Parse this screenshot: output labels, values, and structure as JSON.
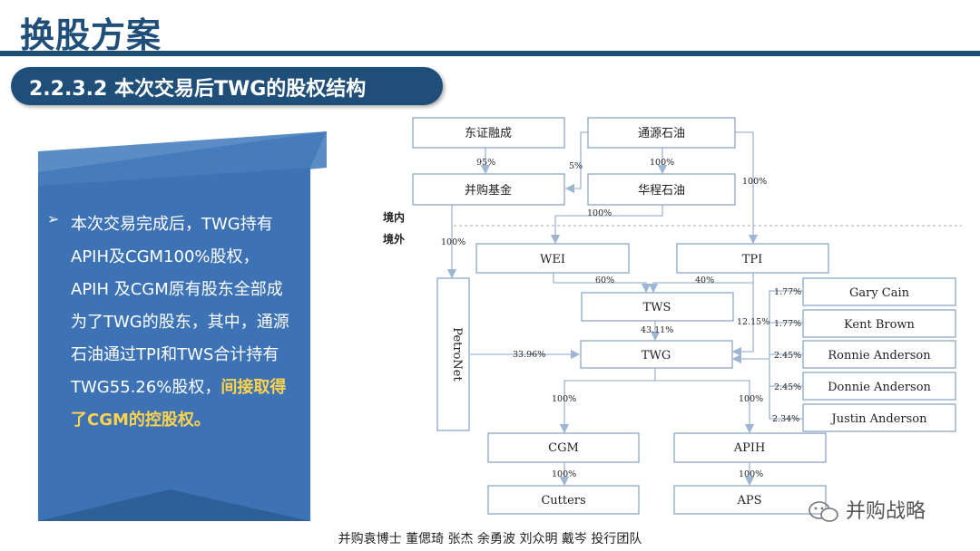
{
  "header": {
    "title": "换股方案",
    "section": "2.2.3.2 本次交易后TWG的股权结构"
  },
  "summary": {
    "bullet": "➢",
    "text_main": "本次交易完成后，TWG持有APIH及CGM100%股权，APIH 及CGM原有股东全部成为了TWG的股东，其中，通源石油通过TPI和TWS合计持有TWG55.26%股权，",
    "text_highlight": "间接取得了CGM的控股权。"
  },
  "diagram": {
    "zones": {
      "domestic": "境内",
      "overseas": "境外"
    },
    "nodes": {
      "dzrc": "东证融成",
      "tysy": "通源石油",
      "bgjj": "并购基金",
      "hcsy": "华程石油",
      "wei": "WEI",
      "tpi": "TPI",
      "tws": "TWS",
      "twg": "TWG",
      "petronet": "PetroNet",
      "cgm": "CGM",
      "apih": "APIH",
      "cutters": "Cutters",
      "aps": "APS",
      "gary": "Gary Cain",
      "kent": "Kent Brown",
      "ronnie": "Ronnie Anderson",
      "donnie": "Donnie Anderson",
      "justin": "Justin Anderson"
    },
    "edges": {
      "dzrc_bgjj": "95%",
      "tysy_bgjj": "5%",
      "tysy_hcsy": "100%",
      "tysy_tpi": "100%",
      "hcsy_wei": "100%",
      "bgjj_petronet": "100%",
      "wei_tws": "60%",
      "tpi_tws": "40%",
      "tws_twg": "43.11%",
      "tpi_twg": "12.15%",
      "petronet_twg": "33.96%",
      "gary": "1.77%",
      "kent": "1.77%",
      "ronnie": "2.45%",
      "donnie": "2.45%",
      "justin": "2.34%",
      "twg_cgm": "100%",
      "twg_apih": "100%",
      "cgm_cutters": "100%",
      "apih_aps": "100%"
    }
  },
  "footer": {
    "credits": "并购袁博士 董偲琦 张杰 余勇波 刘众明 戴岑 投行团队"
  },
  "brand": {
    "name": "并购战略"
  },
  "colors": {
    "primary": "#1f4e79",
    "panel": "#3a6fb0",
    "highlight": "#ffd34d"
  }
}
